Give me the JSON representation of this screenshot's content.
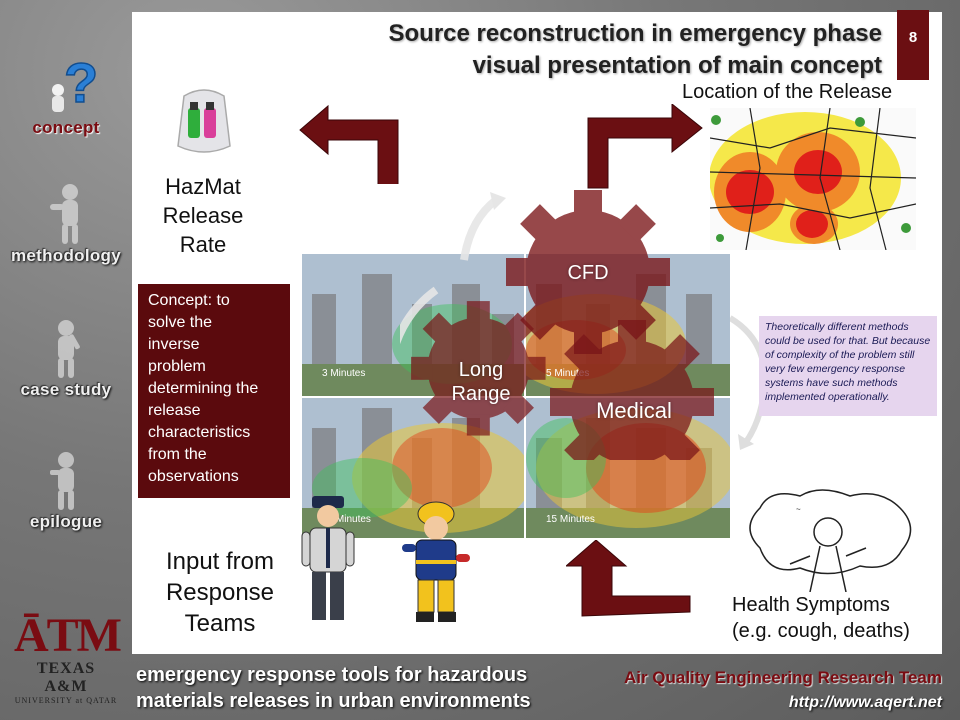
{
  "slide_number": "8",
  "title": {
    "line1": "Source reconstruction in emergency phase",
    "line2": "visual presentation of main concept"
  },
  "nav": [
    {
      "label": "concept",
      "active": true,
      "icon": "question-mark-figure-icon"
    },
    {
      "label": "methodology",
      "active": false,
      "icon": "figure-icon"
    },
    {
      "label": "case study",
      "active": false,
      "icon": "figure-icon"
    },
    {
      "label": "epilogue",
      "active": false,
      "icon": "figure-icon"
    }
  ],
  "logo": {
    "mark": "ĀTM",
    "name": "TEXAS A&M",
    "sub": "UNIVERSITY at QATAR"
  },
  "content": {
    "location_label": "Location of the Release",
    "hazmat_label": [
      "HazMat",
      "Release",
      "Rate"
    ],
    "concept_text": [
      "Concept: to",
      "solve the",
      "inverse",
      "problem",
      "determining the",
      "release",
      "characteristics",
      "from the",
      "observations"
    ],
    "note_text": "Theoretically different methods could be used for that. But because of complexity of the problem still very few emergency response systems have such methods implemented operationally.",
    "input_label": [
      "Input from",
      "Response",
      "Teams"
    ],
    "health_label": [
      "Health Symptoms",
      "(e.g. cough, deaths)"
    ],
    "gears": {
      "cfd": "CFD",
      "long_range": "Long Range",
      "medical": "Medical"
    },
    "panel_times": [
      "3 Minutes",
      "5 Minutes",
      "10 Minutes",
      "15 Minutes"
    ]
  },
  "footer": {
    "left_line1": "emergency response tools for hazardous",
    "left_line2": "materials releases in urban environments",
    "right_line1": "Air Quality Engineering Research Team",
    "right_line2": "http://www.aqert.net"
  },
  "colors": {
    "maroon": "#6b0f12",
    "note_bg": "#e6d5ee"
  }
}
